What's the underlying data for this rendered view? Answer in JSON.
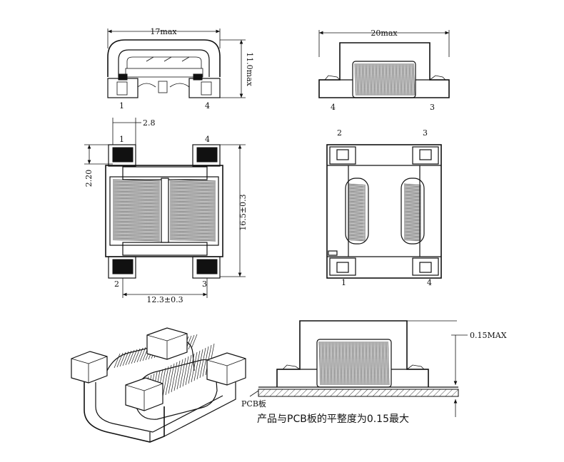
{
  "views": {
    "front": {
      "width_label": "17max",
      "height_label": "11.0max",
      "pin_left": "1",
      "pin_right": "4"
    },
    "side": {
      "width_label": "20max",
      "pin_left": "4",
      "pin_right": "3"
    },
    "top": {
      "pad_width_label": "2.8",
      "pad_height_label": "2.20",
      "length_label": "16.5±0.3",
      "span_label": "12.3±0.3",
      "pin_top_left": "1",
      "pin_top_right": "4",
      "pin_bottom_left": "2",
      "pin_bottom_right": "3"
    },
    "bottom": {
      "pin_top_left": "2",
      "pin_top_right": "3",
      "pin_bottom_left": "1",
      "pin_bottom_right": "4"
    },
    "pcb": {
      "flatness_label": "0.15MAX",
      "pcb_label": "PCB板",
      "note": "产品与PCB板的平整度为0.15最大"
    }
  }
}
